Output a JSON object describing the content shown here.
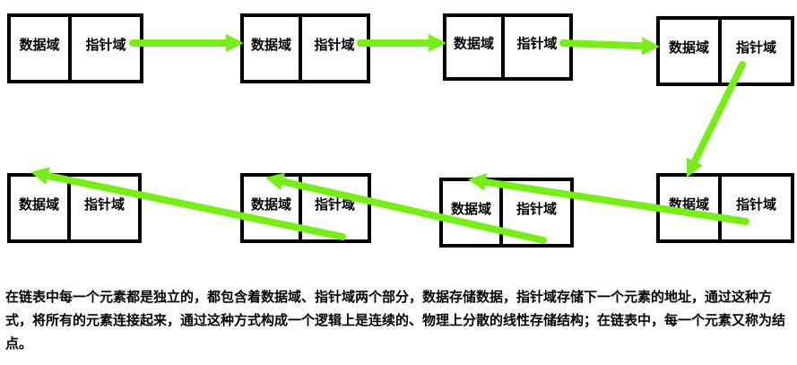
{
  "node_labels": {
    "data": "数据域",
    "pointer": "指针域"
  },
  "node_count": 8,
  "arrow_color": "#77ee1a",
  "caption": "在链表中每一个元素都是独立的，都包含着数据域、指针域两个部分，数据存储数据，指针域存储下一个元素的地址，通过这种方式，将所有的元素连接起来，通过这种方式构成一个逻辑上是连续的、物理上分散的线性存储结构；在链表中，每一个元素又称为结点。"
}
